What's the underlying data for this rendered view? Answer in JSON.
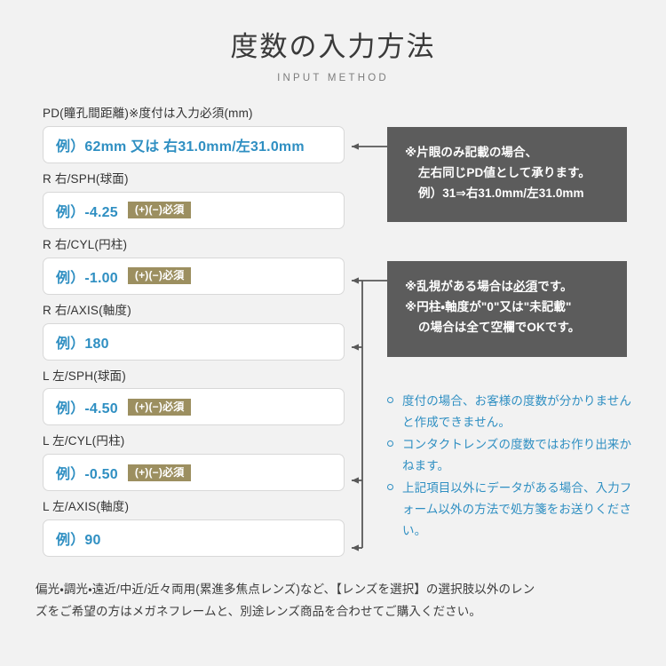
{
  "header": {
    "title_ja": "度数の入力方法",
    "title_en": "INPUT METHOD"
  },
  "colors": {
    "background": "#f2f2f2",
    "accent_blue": "#2f8fc2",
    "badge_khaki": "#9c8f60",
    "note_box_gray": "#5c5c5c",
    "connector_gray": "#595959",
    "field_border": "#d8d8d8",
    "text_dark": "#3c3c3c"
  },
  "form": {
    "fields": [
      {
        "id": "pd",
        "label": "PD(瞳孔間距離)※度付は入力必須(mm)",
        "example": "例）62mm 又は 右31.0mm/左31.0mm",
        "badge": ""
      },
      {
        "id": "r-sph",
        "label": "R 右/SPH(球面)",
        "example": "例）-4.25",
        "badge": "(+)(−)必須"
      },
      {
        "id": "r-cyl",
        "label": "R 右/CYL(円柱)",
        "example": "例）-1.00",
        "badge": "(+)(−)必須"
      },
      {
        "id": "r-axis",
        "label": "R 右/AXIS(軸度)",
        "example": "例）180",
        "badge": ""
      },
      {
        "id": "l-sph",
        "label": "L 左/SPH(球面)",
        "example": "例）-4.50",
        "badge": "(+)(−)必須"
      },
      {
        "id": "l-cyl",
        "label": "L 左/CYL(円柱)",
        "example": "例）-0.50",
        "badge": "(+)(−)必須"
      },
      {
        "id": "l-axis",
        "label": "L 左/AXIS(軸度)",
        "example": "例）90",
        "badge": ""
      }
    ]
  },
  "notes": {
    "pd_note": {
      "lines": [
        "※片眼のみ記載の場合、",
        "左右同じPD値として承ります。",
        "例）31⇒右31.0mm/左31.0mm"
      ]
    },
    "cyl_note": {
      "lines": [
        "※乱視がある場合は必須です。",
        "※円柱・軸度が\"0\"又は\"未記載\"",
        "の場合は全て空欄でOKです。"
      ],
      "underlined_word": "必須"
    }
  },
  "bullets": [
    "度付の場合、お客様の度数が分かりませんと作成できません。",
    "コンタクトレンズの度数ではお作り出来かねます。",
    "上記項目以外にデータがある場合、入力フォーム以外の方法で処方箋をお送りください。"
  ],
  "footer": {
    "line1": "偏光・調光・遠近/中近/近々両用(累進多焦点レンズ)など、【レンズを選択】の選択肢以外のレン",
    "line2": "ズをご希望の方はメガネフレームと、別途レンズ商品を合わせてご購入ください。"
  }
}
